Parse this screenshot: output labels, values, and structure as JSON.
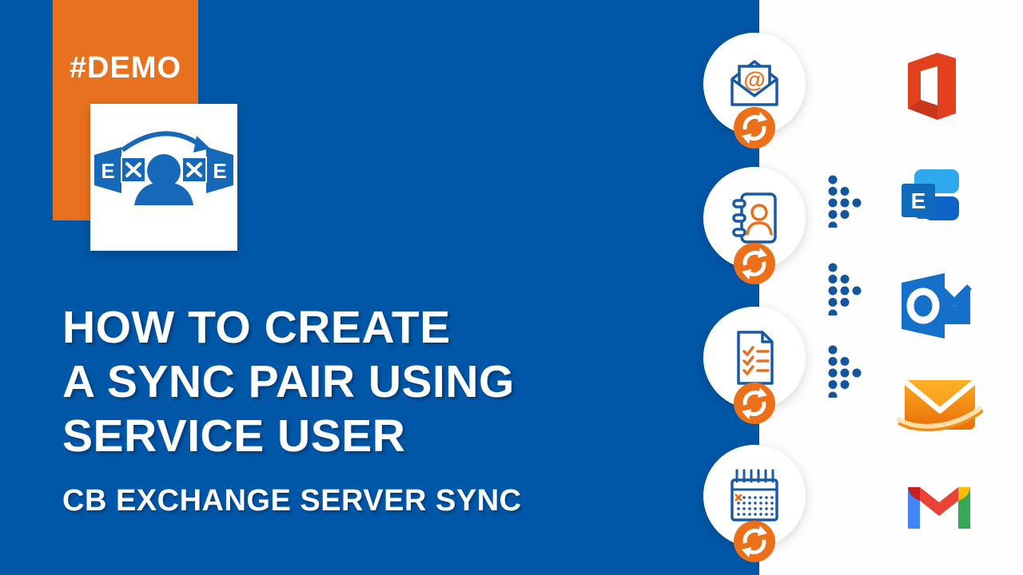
{
  "badge": {
    "label": "#DEMO"
  },
  "title": {
    "line1": "HOW TO CREATE",
    "line2": "A SYNC PAIR USING",
    "line3": "SERVICE USER"
  },
  "subtitle": "CB EXCHANGE SERVER SYNC",
  "logo": {
    "exchange_letter_left": "E",
    "exchange_letter_right": "E"
  },
  "sync_items": [
    {
      "name": "email",
      "icon": "open-envelope-with-at",
      "at_symbol": "@"
    },
    {
      "name": "contacts",
      "icon": "address-book-person"
    },
    {
      "name": "tasks",
      "icon": "checklist-document"
    },
    {
      "name": "calendar",
      "icon": "calendar-grid"
    }
  ],
  "apps": [
    {
      "name": "Microsoft Office",
      "icon": "office-logo"
    },
    {
      "name": "Microsoft Exchange",
      "icon": "exchange-logo",
      "letter": "E"
    },
    {
      "name": "Microsoft Outlook",
      "icon": "outlook-logo"
    },
    {
      "name": "Hotmail",
      "icon": "hotmail-logo"
    },
    {
      "name": "Gmail",
      "icon": "gmail-logo"
    }
  ],
  "colors": {
    "background_blue": "#0057a8",
    "accent_orange": "#e8711f",
    "icon_outline_blue": "#185aa5",
    "badge_orange": "#ec7019",
    "panel_white": "#fefefe",
    "office_red": "#e3411d",
    "exchange_light_blue": "#2fa9ee",
    "exchange_dark_blue": "#0d64c6",
    "outlook_blue": "#1470c8",
    "hotmail_orange": "#f9a01b",
    "gmail_blue": "#4285f4",
    "gmail_red": "#ea4335",
    "gmail_green": "#34a853",
    "gmail_yellow": "#fbbc04"
  }
}
